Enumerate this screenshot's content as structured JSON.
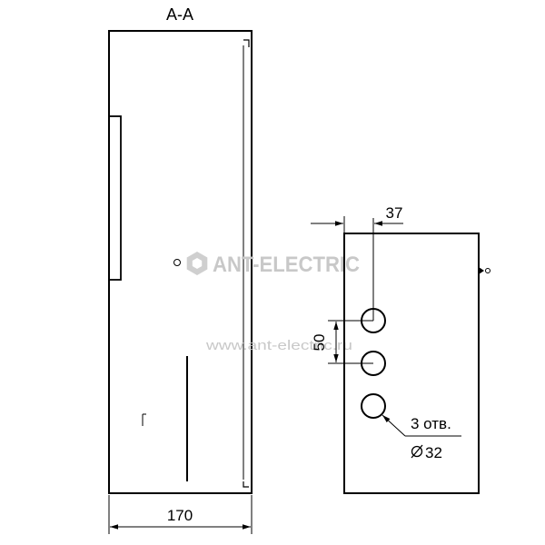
{
  "section_label": "А-А",
  "dimensions": {
    "width": "170",
    "offset": "37",
    "spacing": "50",
    "holes_count": "3 отв.",
    "hole_diameter": "32"
  },
  "watermark": {
    "brand": "ANT-ELECTRIC",
    "url": "www.ant-electric.ru"
  },
  "colors": {
    "line": "#000000",
    "watermark": "#c8c8c8"
  }
}
